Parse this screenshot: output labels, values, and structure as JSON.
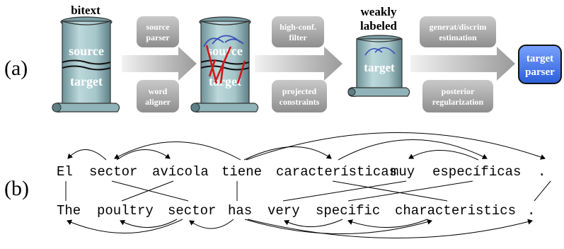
{
  "panel_a": {
    "label": "(a)",
    "bitext_title": "bitext",
    "scroll1": {
      "top": "source",
      "bottom": "target"
    },
    "source_parser": [
      "source",
      "parser"
    ],
    "word_aligner": [
      "word",
      "aligner"
    ],
    "scroll2": {
      "top": "source",
      "bottom": "target"
    },
    "high_conf_filter": [
      "high-conf.",
      "filter"
    ],
    "projected_constraints": [
      "projected",
      "constraints"
    ],
    "weakly_labeled": [
      "weakly",
      "labeled"
    ],
    "scroll3_label": "target",
    "generat_discrim": [
      "generat/discrim",
      "estimation"
    ],
    "posterior_regularization": [
      "posterior",
      "regularization"
    ],
    "target_parser": [
      "target",
      "parser"
    ]
  },
  "panel_b": {
    "label": "(b)",
    "spanish_words": [
      "El",
      "sector",
      "avícola",
      "tiene",
      "características",
      "muy",
      "específicas",
      "."
    ],
    "english_words": [
      "The",
      "poultry",
      "sector",
      "has",
      "very",
      "specific",
      "characteristics",
      "."
    ]
  },
  "colors": {
    "scroll_fill": "#a9c9cd",
    "scroll_dark": "#5e8086",
    "box_fill": "#a8a8a8",
    "target_parser": "#3a6fe0",
    "alignment_red": "#d01818",
    "dep_arc_blue": "#3a4fb5"
  }
}
